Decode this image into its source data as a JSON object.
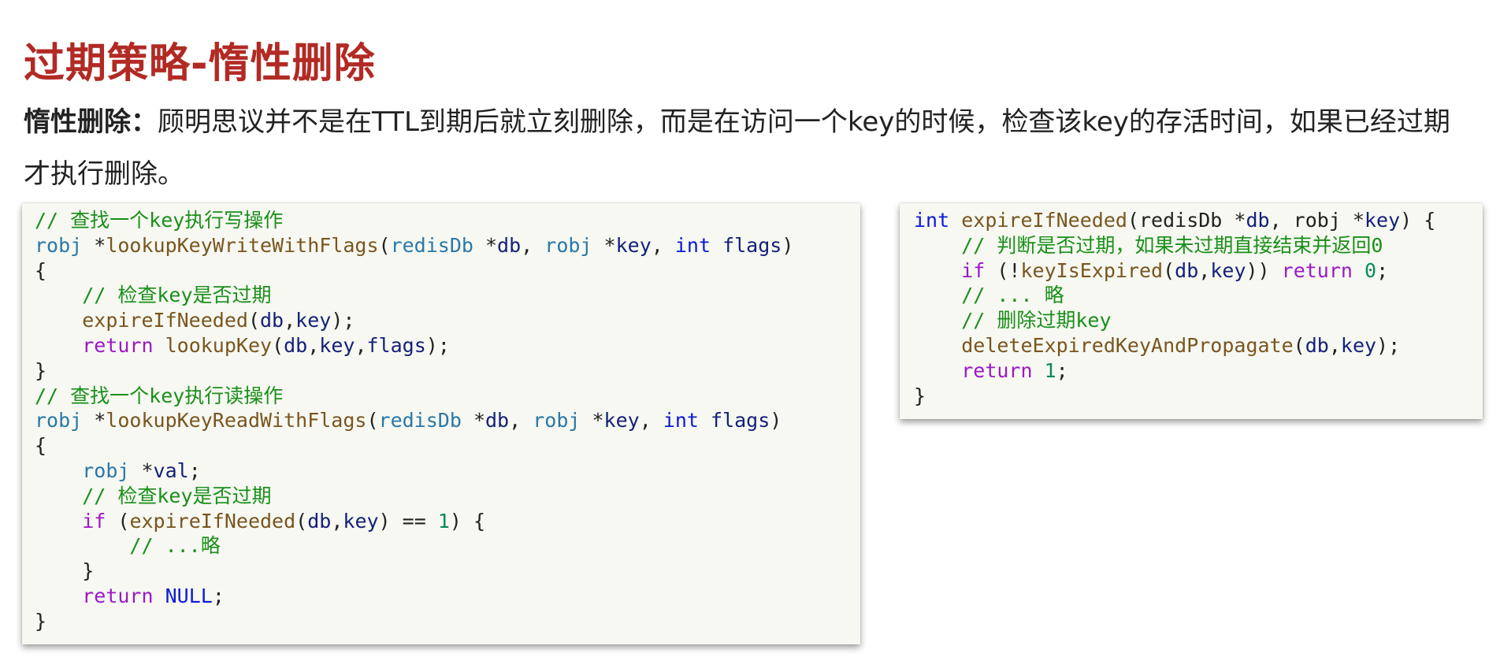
{
  "title": "过期策略-惰性删除",
  "description": {
    "lead": "惰性删除：",
    "text": "顾明思议并不是在TTL到期后就立刻删除，而是在访问一个key的时候，检查该key的存活时间，如果已经过期才执行删除。"
  },
  "left_code": {
    "comment_write": "// 查找一个key执行写操作",
    "comment_check1": "// 检查key是否过期",
    "comment_read": "// 查找一个key执行读操作",
    "comment_check2": "// 检查key是否过期",
    "comment_omit": "// ...略"
  },
  "right_code": {
    "comment_judge": "// 判断是否过期，如果未过期直接结束并返回0",
    "comment_omit": "// ... 略",
    "comment_delete": "// 删除过期key"
  },
  "colors": {
    "title": "#b22a24",
    "comment": "#1a8f1a",
    "type": "#2a78a8",
    "keyword": "#0b1ad8",
    "function": "#7a5520",
    "identifier": "#14207a",
    "control": "#9b18c8",
    "number": "#0b8a5a",
    "code_background": "#f6f8f1"
  }
}
